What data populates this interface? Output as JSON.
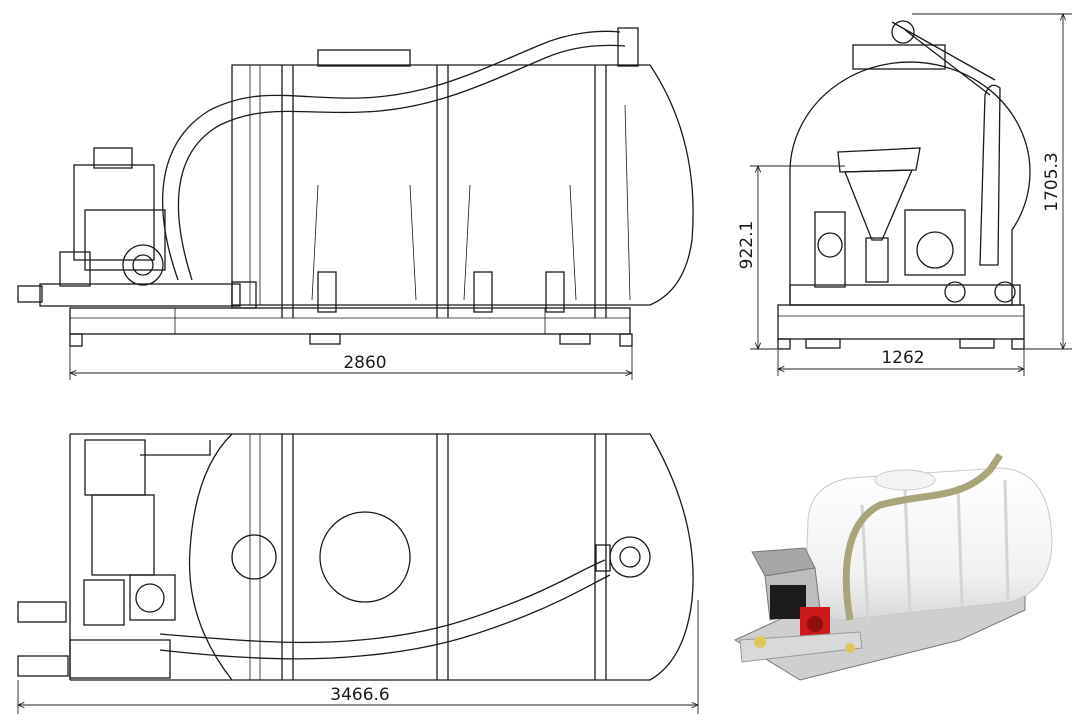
{
  "dimensions": {
    "side_length": "2860",
    "end_width": "1262",
    "end_height_total": "1705.3",
    "end_height_tank": "922.1",
    "plan_length": "3466.6"
  }
}
